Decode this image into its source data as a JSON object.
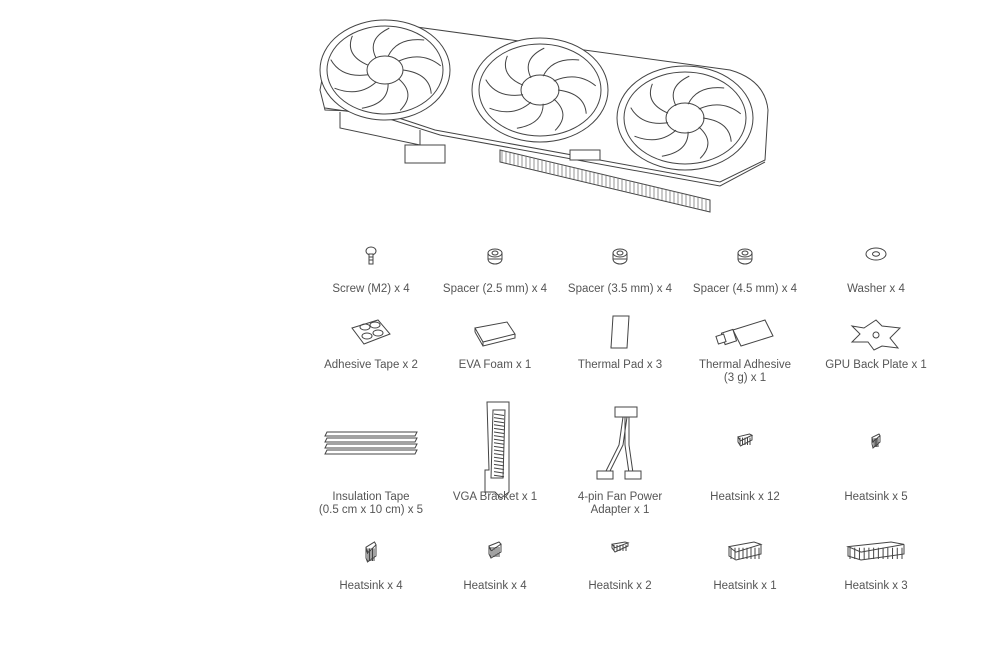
{
  "items": [
    {
      "label": "Screw (M2) x 4",
      "icon": "screw-icon"
    },
    {
      "label": "Spacer (2.5 mm) x 4",
      "icon": "spacer-icon"
    },
    {
      "label": "Spacer (3.5 mm) x 4",
      "icon": "spacer-icon"
    },
    {
      "label": "Spacer (4.5 mm) x 4",
      "icon": "spacer-icon"
    },
    {
      "label": "Washer x 4",
      "icon": "washer-icon"
    },
    {
      "label": "Adhesive Tape x 2",
      "icon": "adhesive-tape-icon"
    },
    {
      "label": "EVA Foam x 1",
      "icon": "eva-foam-icon"
    },
    {
      "label": "Thermal Pad x 3",
      "icon": "thermal-pad-icon"
    },
    {
      "label": "Thermal Adhesive",
      "label2": "(3 g) x 1",
      "icon": "thermal-adhesive-tube-icon"
    },
    {
      "label": "GPU Back Plate x 1",
      "icon": "back-plate-icon"
    },
    {
      "label": "Insulation Tape",
      "label2": "(0.5 cm x 10 cm) x 5",
      "icon": "insulation-tape-icon"
    },
    {
      "label": "VGA Bracket x 1",
      "icon": "vga-bracket-icon"
    },
    {
      "label": "4-pin Fan Power",
      "label2": "Adapter x 1",
      "icon": "fan-adapter-cable-icon"
    },
    {
      "label": "Heatsink x 12",
      "icon": "heatsink-icon"
    },
    {
      "label": "Heatsink x 5",
      "icon": "heatsink-icon"
    },
    {
      "label": "Heatsink x 4",
      "icon": "heatsink-icon"
    },
    {
      "label": "Heatsink x 4",
      "icon": "heatsink-icon"
    },
    {
      "label": "Heatsink x 2",
      "icon": "heatsink-icon"
    },
    {
      "label": "Heatsink x 1",
      "icon": "heatsink-icon"
    },
    {
      "label": "Heatsink x 3",
      "icon": "heatsink-icon"
    }
  ],
  "hero": {
    "icon": "gpu-cooler-triple-fan-icon"
  }
}
